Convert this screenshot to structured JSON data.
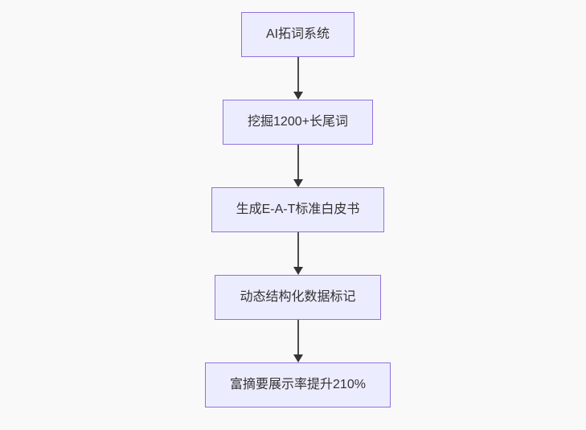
{
  "diagram": {
    "type": "flowchart",
    "direction": "top-down",
    "nodes": [
      {
        "label": "AI拓词系统"
      },
      {
        "label": "挖掘1200+长尾词"
      },
      {
        "label": "生成E-A-T标准白皮书"
      },
      {
        "label": "动态结构化数据标记"
      },
      {
        "label": "富摘要展示率提升210%"
      }
    ],
    "edges": [
      {
        "from": 0,
        "to": 1
      },
      {
        "from": 1,
        "to": 2
      },
      {
        "from": 2,
        "to": 3
      },
      {
        "from": 3,
        "to": 4
      }
    ]
  },
  "colors": {
    "background": "#f9f9f9",
    "node_fill": "#ececff",
    "node_border": "#9370db",
    "node_text": "#333333",
    "arrow": "#333333",
    "arrow_line": "#4d4d4d"
  }
}
